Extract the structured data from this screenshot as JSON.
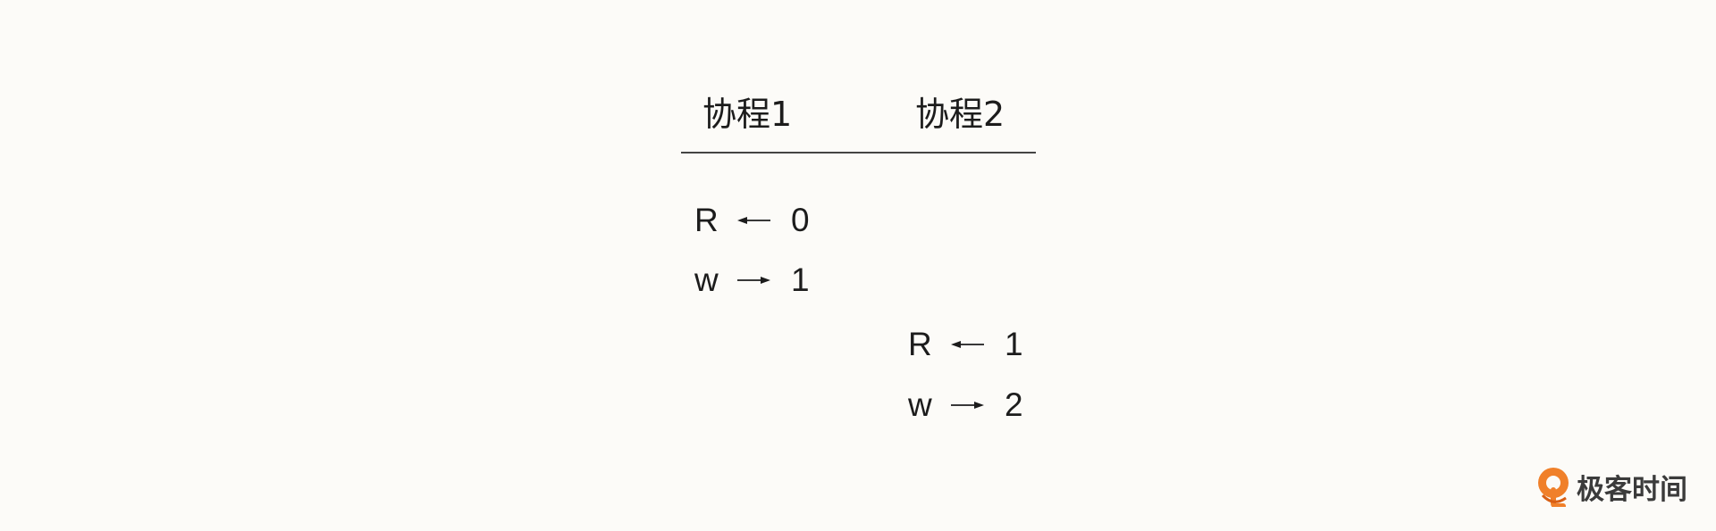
{
  "columns": {
    "col1_header": "协程1",
    "col2_header": "协程2"
  },
  "steps": [
    {
      "column": 1,
      "var": "R",
      "direction": "read",
      "arrow": "left-arrow-icon",
      "value": "0"
    },
    {
      "column": 1,
      "var": "w",
      "direction": "write",
      "arrow": "right-arrow-icon",
      "value": "1"
    },
    {
      "column": 2,
      "var": "R",
      "direction": "read",
      "arrow": "left-arrow-icon",
      "value": "1"
    },
    {
      "column": 2,
      "var": "w",
      "direction": "write",
      "arrow": "right-arrow-icon",
      "value": "2"
    }
  ],
  "watermark": {
    "text": "极客时间",
    "logo": "geektime-logo-icon",
    "logo_color": "#f0802a"
  },
  "colors": {
    "background": "#fcfbf8",
    "text": "#1c1c1c",
    "divider": "#444444"
  }
}
